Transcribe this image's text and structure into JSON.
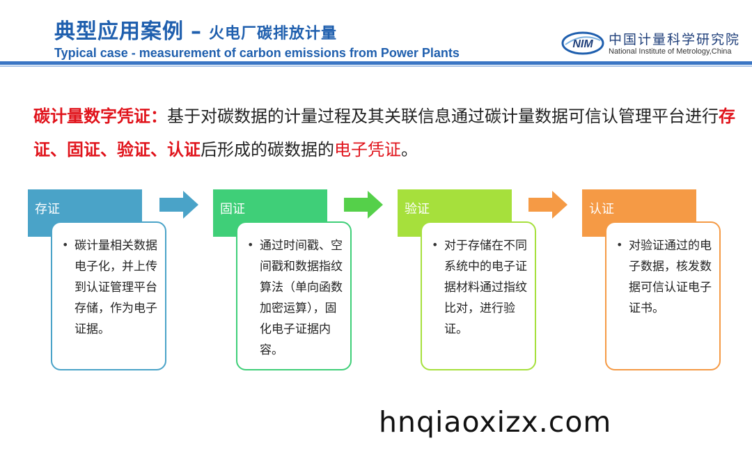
{
  "header": {
    "title_main": "典型应用案例",
    "title_dash": "–",
    "title_sub": "火电厂碳排放计量",
    "title_en": "Typical case - measurement of carbon emissions from Power Plants"
  },
  "logo": {
    "cn": "中国计量科学研究院",
    "en": "National Institute of Metrology,China",
    "mark_text": "NIM"
  },
  "definition": {
    "term": "碳计量数字凭证：",
    "text1": "基于对碳数据的计量过程及其关联信息通过碳计量数据可信认管理平台进行",
    "highlight": "存证、固证、验证、认证",
    "text2": "后形成的碳数据的",
    "emphasis": "电子凭证",
    "end": "。"
  },
  "steps": [
    {
      "title": "存证",
      "bullet": "•",
      "text": "碳计量相关数据电子化，并上传到认证管理平台存储，作为电子证据。",
      "color": "#4aa3c8"
    },
    {
      "title": "固证",
      "bullet": "•",
      "text": "通过时间戳、空间戳和数据指纹算法（单向函数加密运算），固化电子证据内容。",
      "color": "#3fcf78"
    },
    {
      "title": "验证",
      "bullet": "•",
      "text": "对于存储在不同系统中的电子证据材料通过指纹比对，进行验证。",
      "color": "#a6e03c"
    },
    {
      "title": "认证",
      "bullet": "•",
      "text": "对验证通过的电子数据，核发数据可信认证电子证书。",
      "color": "#f59a45"
    }
  ],
  "arrow_colors": [
    "#4aa3c8",
    "#55d04a",
    "#f59a45"
  ],
  "watermark": "hnqiaoxizx.com"
}
